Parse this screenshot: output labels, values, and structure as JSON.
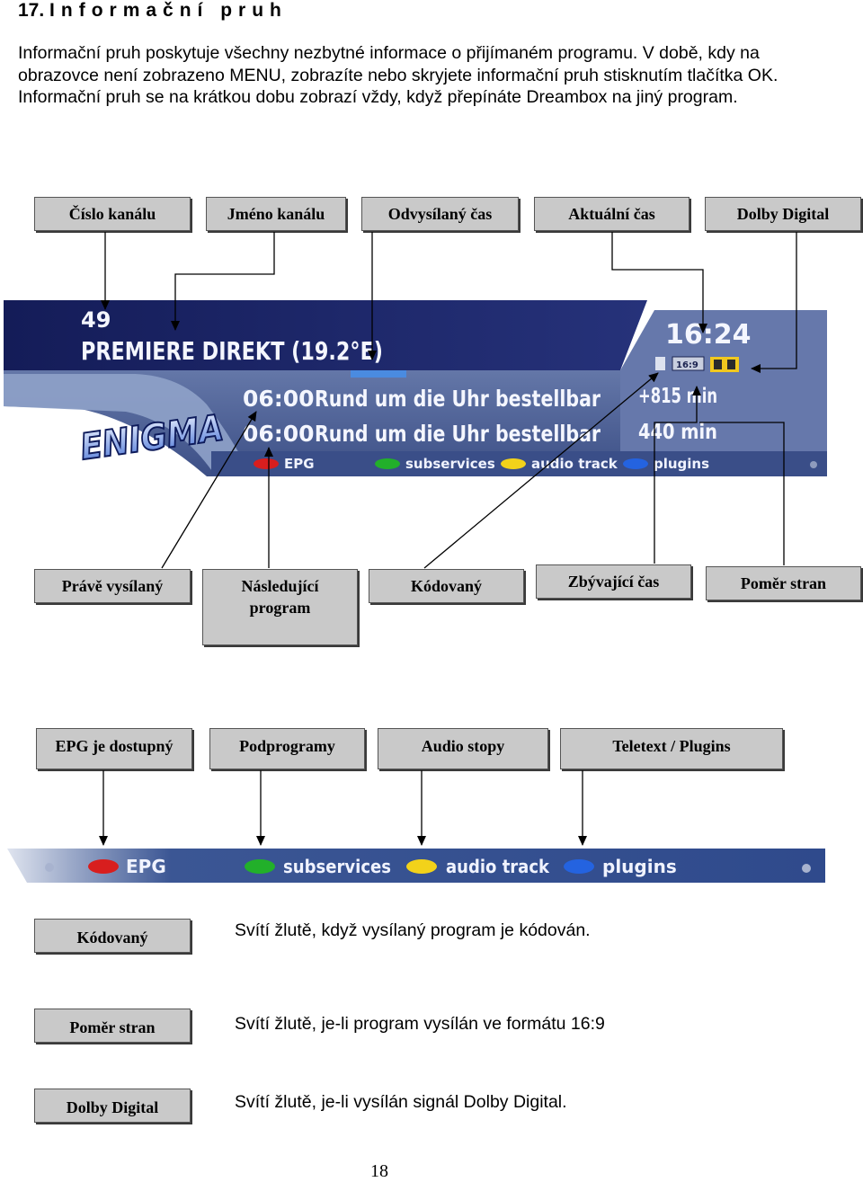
{
  "section": {
    "number": "17.",
    "title": "Informační pruh"
  },
  "intro_text": "Informační pruh poskytuje všechny nezbytné informace o přijímaném programu. V době, kdy na obrazovce není zobrazeno MENU, zobrazíte nebo skryjete informační pruh stisknutím tlačítka OK. Informační pruh se na krátkou dobu zobrazí vždy, když přepínáte Dreambox na jiný program.",
  "top_labels": [
    "Číslo kanálu",
    "Jméno kanálu",
    "Odvysílaný čas",
    "Aktuální čas",
    "Dolby Digital"
  ],
  "infobar": {
    "channel_number": "49",
    "channel_name": "PREMIERE DIREKT (19.2°E)",
    "time": "16:24",
    "aspect_badge": "16:9",
    "logo": "ENIGMA",
    "now": {
      "start": "06:00",
      "title": "Rund um die Uhr bestellbar",
      "duration": "+815 min"
    },
    "next": {
      "start": "06:00",
      "title": "Rund um die Uhr bestellbar",
      "duration": "440 min"
    },
    "buttons": [
      {
        "label": "EPG",
        "color": "#d81e1e"
      },
      {
        "label": "subservices",
        "color": "#22b02a"
      },
      {
        "label": "audio track",
        "color": "#f2d21a"
      },
      {
        "label": "plugins",
        "color": "#2463e0"
      }
    ]
  },
  "middle_labels": [
    "Právě vysílaný",
    "Následující program",
    "Kódovaný",
    "Zbývající čas",
    "Poměr stran"
  ],
  "button_labels": [
    "EPG je dostupný",
    "Podprogramy",
    "Audio stopy",
    "Teletext / Plugins"
  ],
  "legend": [
    {
      "label": "Kódovaný",
      "text": "Svítí žlutě, když vysílaný program je kódován."
    },
    {
      "label": "Poměr stran",
      "text": "Svítí žlutě, je-li program vysílán ve formátu 16:9"
    },
    {
      "label": "Dolby Digital",
      "text": "Svítí žlutě, je-li vysílán signál Dolby Digital."
    }
  ],
  "page_number": "18",
  "colors": {
    "bar_dark": "#1a2364",
    "bar_mid": "#4a5e96",
    "bar_light": "#8d9cc0",
    "label_bg": "#c9c9c9"
  }
}
